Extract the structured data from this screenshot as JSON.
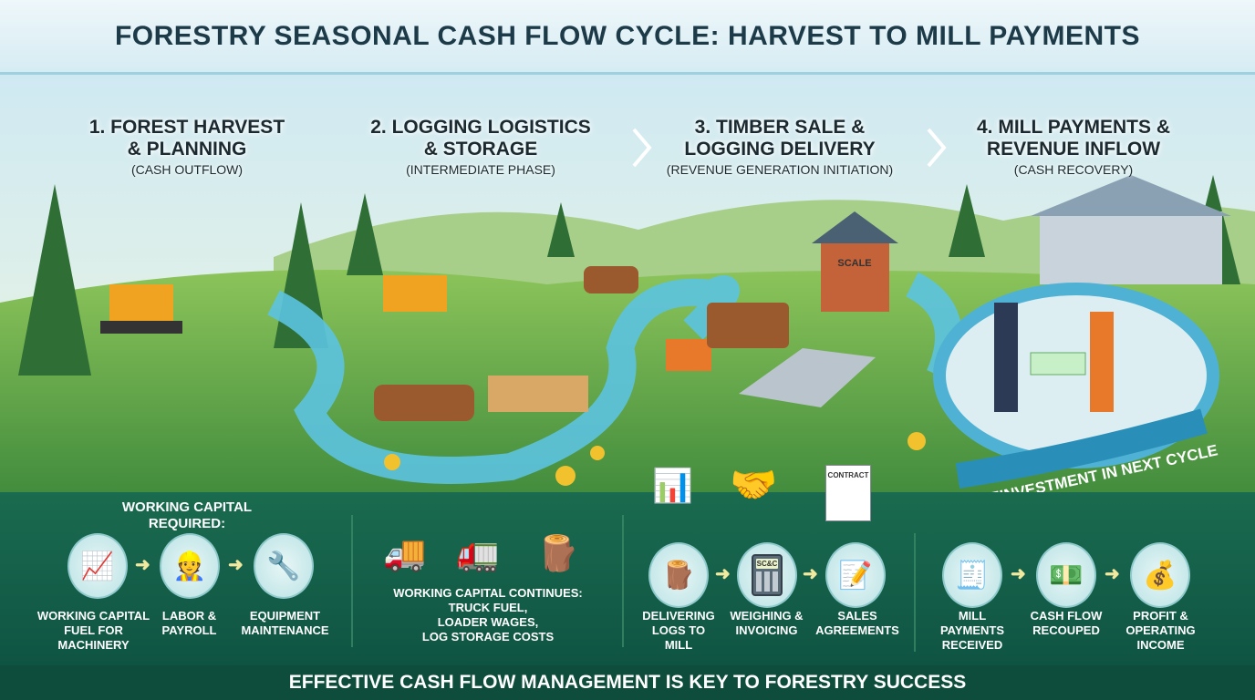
{
  "title": "FORESTRY SEASONAL CASH FLOW CYCLE: HARVEST TO MILL PAYMENTS",
  "stages": [
    {
      "name": "1. FOREST HARVEST",
      "name2": "& PLANNING",
      "sub": "(CASH OUTFLOW)"
    },
    {
      "name": "2. LOGGING LOGISTICS",
      "name2": "& STORAGE",
      "sub": "(INTERMEDIATE PHASE)"
    },
    {
      "name": "3. TIMBER SALE &",
      "name2": "LOGGING DELIVERY",
      "sub": "(REVENUE GENERATION INITIATION)"
    },
    {
      "name": "4. MILL PAYMENTS &",
      "name2": "REVENUE INFLOW",
      "sub": "(CASH RECOVERY)"
    }
  ],
  "scene": {
    "scale_sign": "SCALE",
    "cycle_label": "REINVESTMENT IN NEXT CYCLE",
    "contract_label": "CONTRACT",
    "calc_display": "SC&C"
  },
  "group1": {
    "heading": "WORKING CAPITAL REQUIRED:",
    "items": [
      {
        "icon": "chart-icon",
        "label": "WORKING CAPITAL FUEL FOR MACHINERY"
      },
      {
        "icon": "worker-icon",
        "label": "LABOR & PAYROLL"
      },
      {
        "icon": "wrench-gear-icon",
        "label": "EQUIPMENT MAINTENANCE"
      }
    ]
  },
  "group2": {
    "icons": [
      "truck-icon",
      "log-truck-icon",
      "lumber-stack-icon"
    ],
    "l1": "WORKING CAPITAL CONTINUES:",
    "l2": "TRUCK FUEL,",
    "l3": "LOADER WAGES,",
    "l4": "LOG STORAGE COSTS"
  },
  "group3": {
    "top_icons": [
      "bar-chart-icon",
      "handshake-icon",
      "contract-icon"
    ],
    "items": [
      {
        "icon": "logs-icon",
        "label": "DELIVERING LOGS TO MILL"
      },
      {
        "icon": "calculator-icon",
        "label": "WEIGHING & INVOICING"
      },
      {
        "icon": "document-icon",
        "label": "SALES AGREEMENTS"
      }
    ]
  },
  "group4": {
    "items": [
      {
        "icon": "check-icon",
        "label": "MILL PAYMENTS RECEIVED"
      },
      {
        "icon": "cash-icon",
        "label": "CASH FLOW RECOUPED"
      },
      {
        "icon": "money-bag-icon",
        "label": "PROFIT & OPERATING INCOME"
      }
    ]
  },
  "footer": "EFFECTIVE CASH FLOW MANAGEMENT IS KEY TO FORESTRY SUCCESS",
  "colors": {
    "panel": "#145a46",
    "river": "#5cc3e0",
    "title_bg": "#e3f1f6",
    "arrow": "#f2e9a0"
  }
}
